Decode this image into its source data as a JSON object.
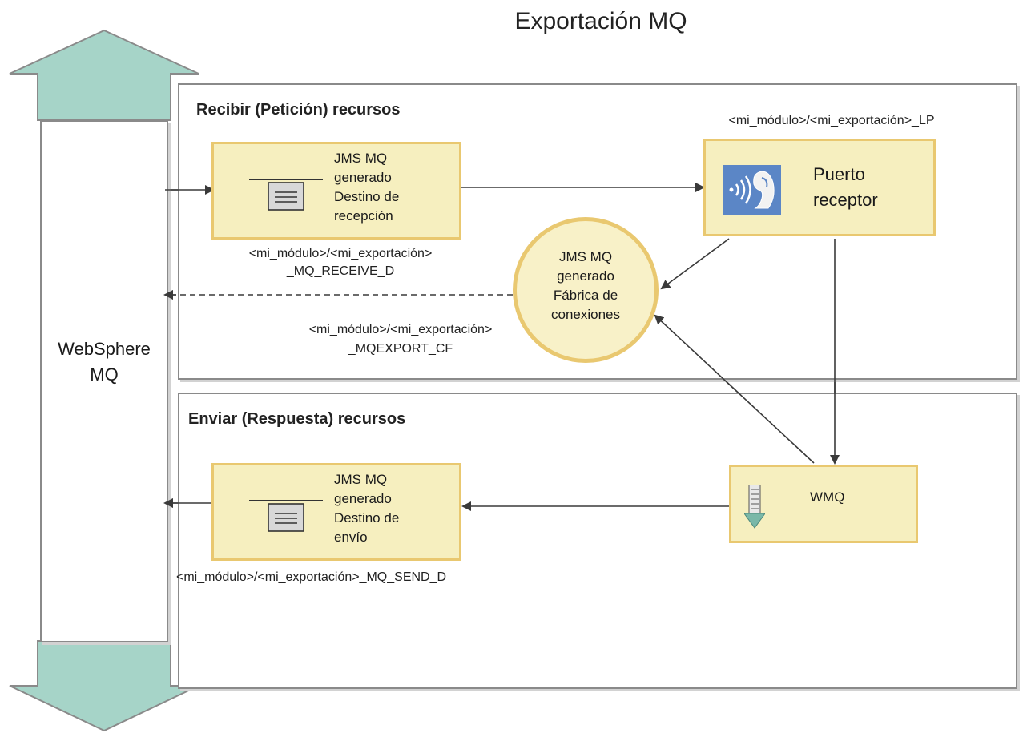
{
  "title": "Exportación MQ",
  "websphere_label": [
    "WebSphere",
    "MQ"
  ],
  "receive_panel": {
    "title": "Recibir (Petición) recursos",
    "receive_destination": {
      "text": [
        "JMS MQ",
        "generado",
        "Destino de",
        "recepción"
      ],
      "jndi": [
        "<mi_módulo>/<mi_exportación>",
        "_MQ_RECEIVE_D"
      ]
    },
    "listener_port": {
      "text": [
        "Puerto",
        "receptor"
      ],
      "jndi": "<mi_módulo>/<mi_exportación>_LP"
    },
    "connection_factory": {
      "text": [
        "JMS MQ",
        "generado",
        "Fábrica de",
        "conexiones"
      ],
      "jndi": [
        "<mi_módulo>/<mi_exportación>",
        "_MQEXPORT_CF"
      ]
    }
  },
  "send_panel": {
    "title": "Enviar (Respuesta) recursos",
    "send_destination": {
      "text": [
        "JMS MQ",
        "generado",
        "Destino de",
        "envío"
      ],
      "jndi": "<mi_módulo>/<mi_exportación>_MQ_SEND_D"
    },
    "wmq": {
      "text": "WMQ"
    }
  },
  "colors": {
    "arrow_fill": "#a6d4c8",
    "node_fill": "#f6efbf",
    "node_border": "#e9c870",
    "icon_blue": "#5b86c6",
    "connector": "#3a3a3a"
  }
}
